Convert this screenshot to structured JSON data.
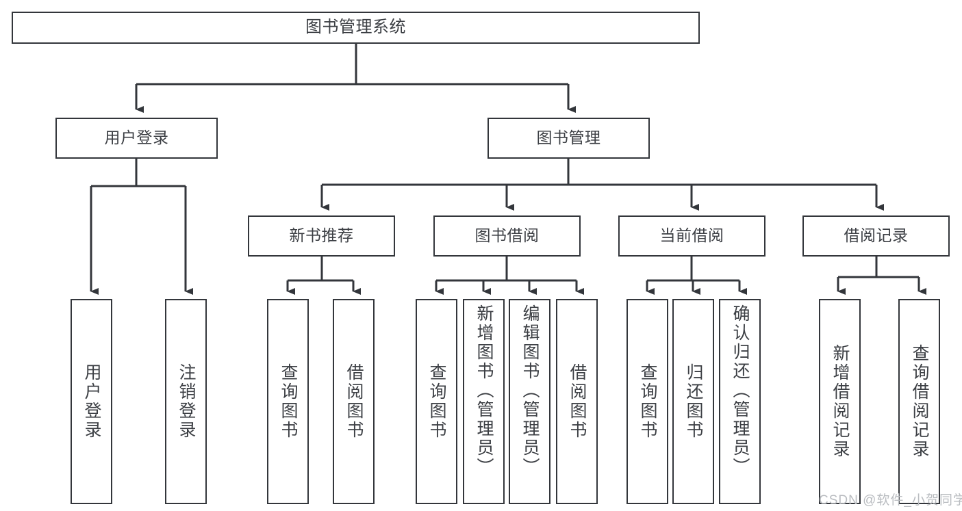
{
  "diagram": {
    "type": "tree",
    "title": "图书管理系统",
    "orientation": "top-down",
    "colors": {
      "box_border": "#33363b",
      "box_fill": "#ffffff",
      "text": "#3c3f44",
      "edge": "#33363b",
      "watermark": "#b9bcc0",
      "background": "#ffffff"
    },
    "nodes": {
      "root": {
        "label": "图书管理系统"
      },
      "level2": [
        {
          "id": "user-login",
          "label": "用户登录"
        },
        {
          "id": "book-manage",
          "label": "图书管理"
        }
      ],
      "level3": [
        {
          "id": "new-book-recommend",
          "label": "新书推荐"
        },
        {
          "id": "book-borrow",
          "label": "图书借阅"
        },
        {
          "id": "current-borrow",
          "label": "当前借阅"
        },
        {
          "id": "borrow-record",
          "label": "借阅记录"
        }
      ],
      "leaves": {
        "user-login": [
          {
            "id": "leaf-user-login",
            "label": "用户登录"
          },
          {
            "id": "leaf-user-logout",
            "label": "注销登录"
          }
        ],
        "new-book-recommend": [
          {
            "id": "leaf-query-book-1",
            "label": "查询图书"
          },
          {
            "id": "leaf-borrow-book-1",
            "label": "借阅图书"
          }
        ],
        "book-borrow": [
          {
            "id": "leaf-query-book-2",
            "label": "查询图书"
          },
          {
            "id": "leaf-add-book",
            "label": "新增图书（管理员）"
          },
          {
            "id": "leaf-edit-book",
            "label": "编辑图书（管理员）"
          },
          {
            "id": "leaf-borrow-book-2",
            "label": "借阅图书"
          }
        ],
        "current-borrow": [
          {
            "id": "leaf-query-book-3",
            "label": "查询图书"
          },
          {
            "id": "leaf-return-book",
            "label": "归还图书"
          },
          {
            "id": "leaf-confirm-return",
            "label": "确认归还（管理员）"
          }
        ],
        "borrow-record": [
          {
            "id": "leaf-add-record",
            "label": "新增借阅记录"
          },
          {
            "id": "leaf-query-record",
            "label": "查询借阅记录"
          }
        ]
      }
    }
  },
  "watermark": {
    "text": "CSDN @软件_小贺同学"
  }
}
